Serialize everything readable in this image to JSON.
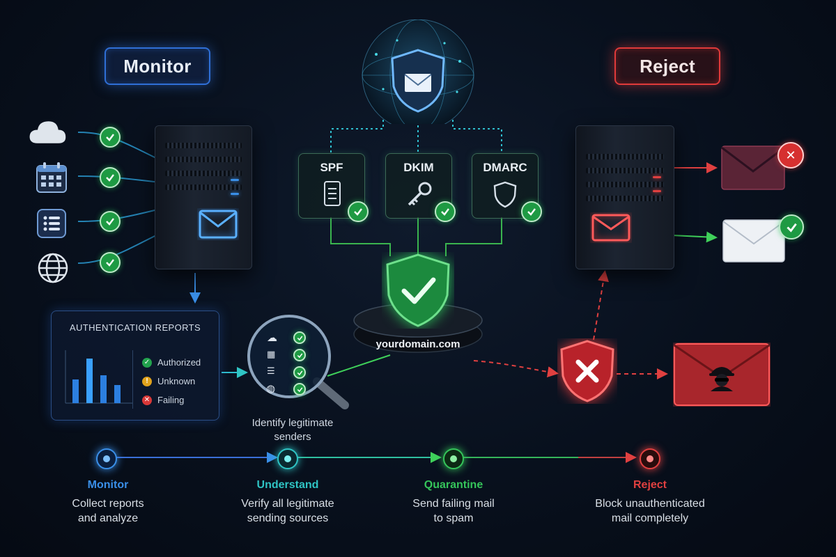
{
  "stages": {
    "monitor": "Monitor",
    "reject": "Reject"
  },
  "protocols": [
    {
      "label": "SPF",
      "icon": "document-icon"
    },
    {
      "label": "DKIM",
      "icon": "key-icon"
    },
    {
      "label": "DMARC",
      "icon": "shield-outline-icon"
    }
  ],
  "domain_label": "yourdomain.com",
  "reports": {
    "title": "AUTHENTICATION REPORTS",
    "legend": [
      {
        "label": "Authorized",
        "status": "pass",
        "color": "#22a34d"
      },
      {
        "label": "Unknown",
        "status": "warn",
        "color": "#e0a21c"
      },
      {
        "label": "Failing",
        "status": "fail",
        "color": "#d93838"
      }
    ]
  },
  "identify_caption": "Identify legitimate senders",
  "identify_caption_lines": [
    "Identify legitimate",
    "senders"
  ],
  "sources": [
    "cloud-icon",
    "calendar-icon",
    "list-icon",
    "globe-icon"
  ],
  "timeline": [
    {
      "title": "Monitor",
      "desc1": "Collect reports",
      "desc2": "and analyze",
      "color": "#3a8fe8"
    },
    {
      "title": "Understand",
      "desc1": "Verify all legitimate",
      "desc2": "sending sources",
      "color": "#2fc4c4"
    },
    {
      "title": "Quarantine",
      "desc1": "Send failing mail",
      "desc2": "to spam",
      "color": "#35c45a"
    },
    {
      "title": "Reject",
      "desc1": "Block unauthenticated",
      "desc2": "mail completely",
      "color": "#e04040"
    }
  ],
  "colors": {
    "accent_blue": "#2f6fd6",
    "pass_green": "#1e9a43",
    "fail_red": "#e03a3a"
  }
}
